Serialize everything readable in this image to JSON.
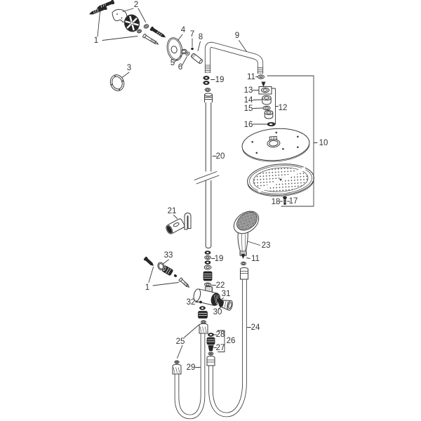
{
  "diagram": {
    "kind": "exploded-view-parts-diagram",
    "subject": "shower system spare parts"
  },
  "colors": {
    "line": "#3a3a3a",
    "dark_fill": "#262626",
    "background": "#ffffff",
    "label_text": "#333333"
  },
  "part_labels": {
    "l1a": {
      "num": "1",
      "part": "mounting-screws-top"
    },
    "l2": {
      "num": "2",
      "part": "wall-bracket-set"
    },
    "l3": {
      "num": "3",
      "part": "seal-ring"
    },
    "l4": {
      "num": "4",
      "part": "escutcheon"
    },
    "l5": {
      "num": "5",
      "part": "o-ring"
    },
    "l6": {
      "num": "6",
      "part": "adapter-nipple"
    },
    "l7": {
      "num": "7",
      "part": "grub-screw"
    },
    "l8": {
      "num": "8",
      "part": "sleeve"
    },
    "l9": {
      "num": "9",
      "part": "shower-arm"
    },
    "l10": {
      "num": "10",
      "part": "overhead-shower"
    },
    "l11a": {
      "num": "11",
      "part": "filter-washer-overhead"
    },
    "l12": {
      "num": "12",
      "part": "connector-set"
    },
    "l13": {
      "num": "13",
      "part": "seal"
    },
    "l14": {
      "num": "14",
      "part": "union-nut"
    },
    "l15": {
      "num": "15",
      "part": "o-ring-connector"
    },
    "l16": {
      "num": "16",
      "part": "washer"
    },
    "l17": {
      "num": "17",
      "part": "screw"
    },
    "l18": {
      "num": "18",
      "part": "plug"
    },
    "l19a": {
      "num": "19",
      "part": "o-ring-set-arm"
    },
    "l19b": {
      "num": "19",
      "part": "o-ring-set-valve"
    },
    "l20": {
      "num": "20",
      "part": "riser-pipe"
    },
    "l21": {
      "num": "21",
      "part": "handshower-holder"
    },
    "l22": {
      "num": "22",
      "part": "o-ring-valve-port"
    },
    "l23": {
      "num": "23",
      "part": "handshower"
    },
    "l11b": {
      "num": "11",
      "part": "filter-washer-handshower"
    },
    "l24": {
      "num": "24",
      "part": "shower-hose-long"
    },
    "l25": {
      "num": "25",
      "part": "hose-washers"
    },
    "l26": {
      "num": "26",
      "part": "filter-set"
    },
    "l27": {
      "num": "27",
      "part": "filter-insert"
    },
    "l28": {
      "num": "28",
      "part": "sealing-washer"
    },
    "l29": {
      "num": "29",
      "part": "shower-hose-short"
    },
    "l30": {
      "num": "30",
      "part": "shutoff-handle"
    },
    "l31": {
      "num": "31",
      "part": "grub-screw-handle"
    },
    "l32": {
      "num": "32",
      "part": "set-screw-valve"
    },
    "l33": {
      "num": "33",
      "part": "bushing-set"
    },
    "l1b": {
      "num": "1",
      "part": "mounting-screws-valve"
    }
  }
}
